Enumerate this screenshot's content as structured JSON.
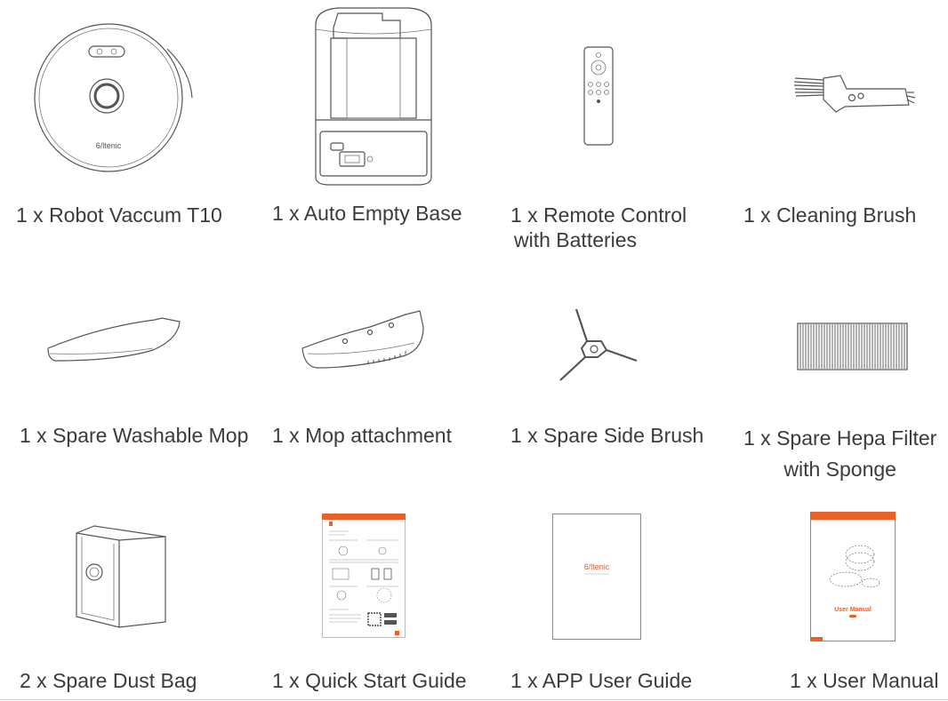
{
  "items": [
    {
      "name": "robot-vacuum",
      "caption": [
        "1 x Robot Vaccum T10"
      ],
      "logo": "6/ltenic"
    },
    {
      "name": "auto-empty-base",
      "caption": [
        "1 x Auto Empty Base"
      ]
    },
    {
      "name": "remote-control",
      "caption": [
        "1 x Remote Control",
        "with Batteries"
      ]
    },
    {
      "name": "cleaning-brush",
      "caption": [
        "1 x Cleaning Brush"
      ]
    },
    {
      "name": "washable-mop",
      "caption": [
        "1 x Spare Washable Mop"
      ]
    },
    {
      "name": "mop-attachment",
      "caption": [
        "1 x Mop attachment"
      ]
    },
    {
      "name": "side-brush",
      "caption": [
        "1 x Spare Side Brush"
      ]
    },
    {
      "name": "hepa-filter",
      "caption": [
        "1 x Spare Hepa Filter",
        "with Sponge"
      ]
    },
    {
      "name": "dust-bag",
      "caption": [
        "2 x Spare Dust Bag"
      ]
    },
    {
      "name": "quick-start-guide",
      "caption": [
        "1 x Quick Start Guide"
      ]
    },
    {
      "name": "app-user-guide",
      "caption": [
        "1 x APP User Guide"
      ],
      "logo": "6/ltenic"
    },
    {
      "name": "user-manual",
      "caption": [
        "1 x User Manual"
      ],
      "cover_title": "User Manual"
    }
  ],
  "colors": {
    "accent": "#e8602a",
    "line": "#555555"
  }
}
